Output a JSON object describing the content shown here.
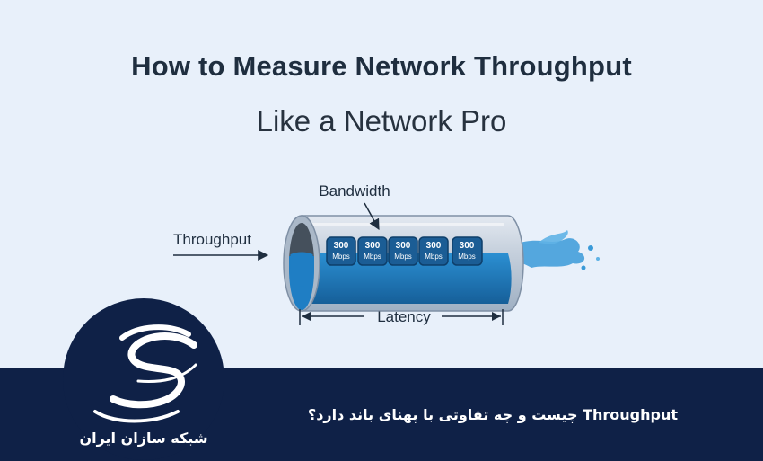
{
  "headline": {
    "title": "How to Measure Network Throughput",
    "subtitle": "Like a Network Pro"
  },
  "diagram": {
    "throughput_label": "Throughput",
    "bandwidth_label": "Bandwidth",
    "latency_label": "Latency",
    "packets": [
      {
        "value": "300",
        "unit": "Mbps"
      },
      {
        "value": "300",
        "unit": "Mbps"
      },
      {
        "value": "300",
        "unit": "Mbps"
      },
      {
        "value": "300",
        "unit": "Mbps"
      },
      {
        "value": "300",
        "unit": "Mbps"
      }
    ],
    "colors": {
      "pipe": "#c9d4e1",
      "water": "#1f7ec4",
      "packet": "#1b5d95",
      "splash": "#3a9ad8"
    }
  },
  "footer": {
    "caption": "Throughput چیست و چه تفاوتی با پهنای باند دارد؟",
    "brand": "شبکه سازان ایران",
    "background": "#0f2147"
  }
}
